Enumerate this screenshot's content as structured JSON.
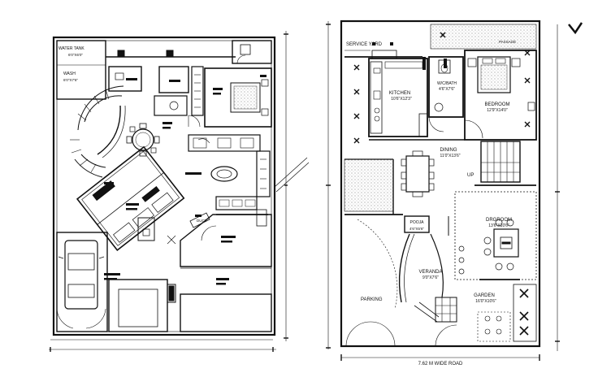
{
  "plans": {
    "left": {
      "labels": [
        "WATER TANK",
        "WASH",
        "DUCT"
      ],
      "dims": [
        "6'0\"X6'0\"",
        "6'0\"X7'6\""
      ]
    },
    "right": {
      "rooms": {
        "service_yard": "SERVICE YARD",
        "kitchen": "KITCHEN",
        "kitchen_dim": "10'6\"X12'3\"",
        "wbath": "W/C/BATH",
        "wbath_dim": "4'6\"X7'6\"",
        "bedroom": "BEDROOM",
        "bedroom_dim": "12'9\"X14'0\"",
        "dining": "DINING",
        "dining_dim": "11'0\"X13'6\"",
        "up": "UP",
        "pooja": "POOJA",
        "pooja_dim": "4'6\"X5'6\"",
        "drgroom": "DRGROOM",
        "drgroom_dim": "13'6\"X10'6\"",
        "veranda": "VERANDA",
        "veranda_dim": "9'0\"X7'6\"",
        "parking": "PARKING",
        "garden": "GARDEN",
        "garden_dim": "16'0\"X10'6\"",
        "passage": "PASSAGE"
      },
      "road": "7.62 M WIDE ROAD"
    }
  },
  "corner_mark": "V"
}
